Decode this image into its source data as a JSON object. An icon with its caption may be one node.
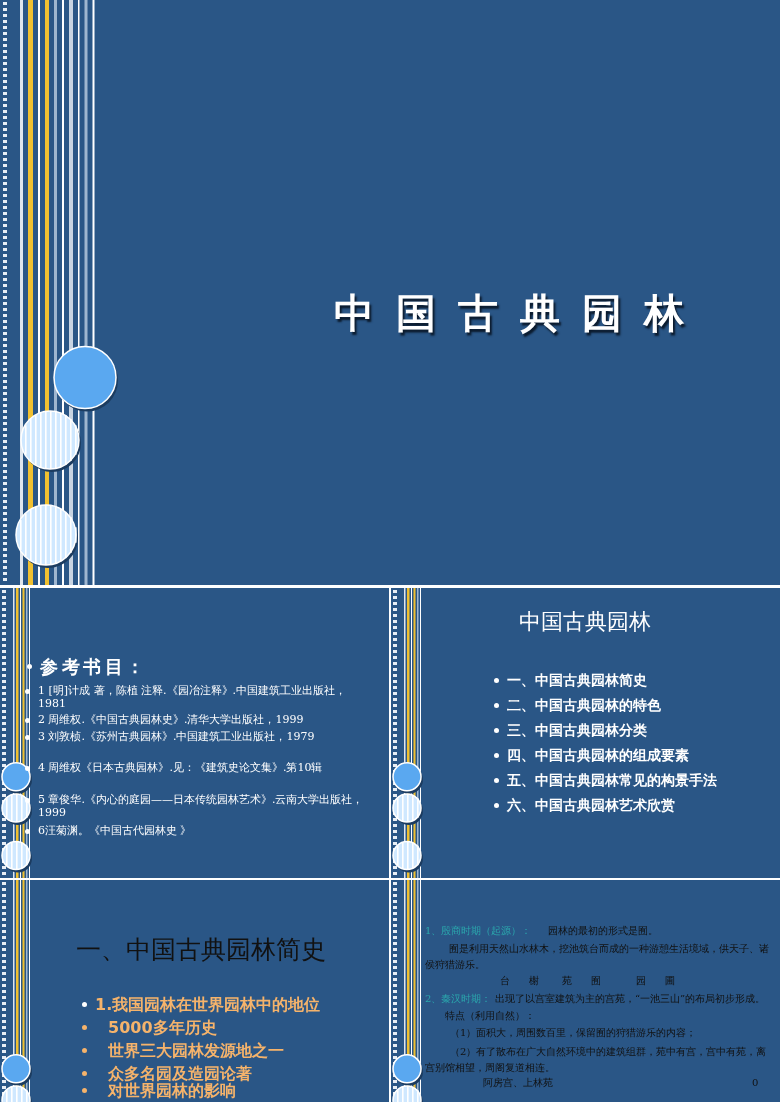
{
  "diagram": {
    "nodes": [
      {
        "text": [
          "中国古典园林"
        ]
      },
      {
        "text": [
          "参考书目：",
          "1 [明]计成 著，陈植 注释.《园冶注释》.中国建筑工业出版社，1981",
          "2 周维权.《中国古典园林史》.清华大学出版社，1999",
          "3 刘敦桢.《苏州古典园林》.中国建筑工业出版社，1979",
          "4 周维权《日本古典园林》.见：《建筑史论文集》.第10辑",
          "5 章俊华.《内心的庭园——日本传统园林艺术》.云南大学出版社，1999",
          "6汪菊渊。《中国古代园林史 》"
        ]
      },
      {
        "text": [
          "中国古典园林",
          "一、中国古典园林简史",
          "二、中国古典园林的特色",
          "三、中国古典园林分类",
          "四、中国古典园林的组成要素",
          "五、中国古典园林常见的构景手法",
          "六、中国古典园林艺术欣赏"
        ]
      },
      {
        "text": [
          "一、中国古典园林简史",
          "1.我国园林在世界园林中的地位",
          "5000多年历史",
          "世界三大园林发源地之一",
          "众多名园及造园论著",
          "对世界园林的影响"
        ]
      },
      {
        "text": [
          "1、殷商时期（起源）：",
          "园林的最初的形式是囿。",
          "囿是利用天然山水林木，挖池筑台而成的一种游憩生活境域，供天子、诸侯狩猎游乐。",
          "台 榭",
          "苑 囿",
          "园 圃",
          "2、秦汉时期：",
          "出现了以宫室建筑为主的宫苑，“一池三山”的布局初步形成。",
          "特点（利用自然）：",
          "（1）面积大，周围数百里，保留囿的狩猎游乐的内容；",
          "（2）有了散布在广大自然环境中的建筑组群，苑中有宫，宫中有苑，离宫别馆相望，周阁复道相连。",
          "阿房宫、上林苑",
          "0"
        ]
      }
    ]
  }
}
